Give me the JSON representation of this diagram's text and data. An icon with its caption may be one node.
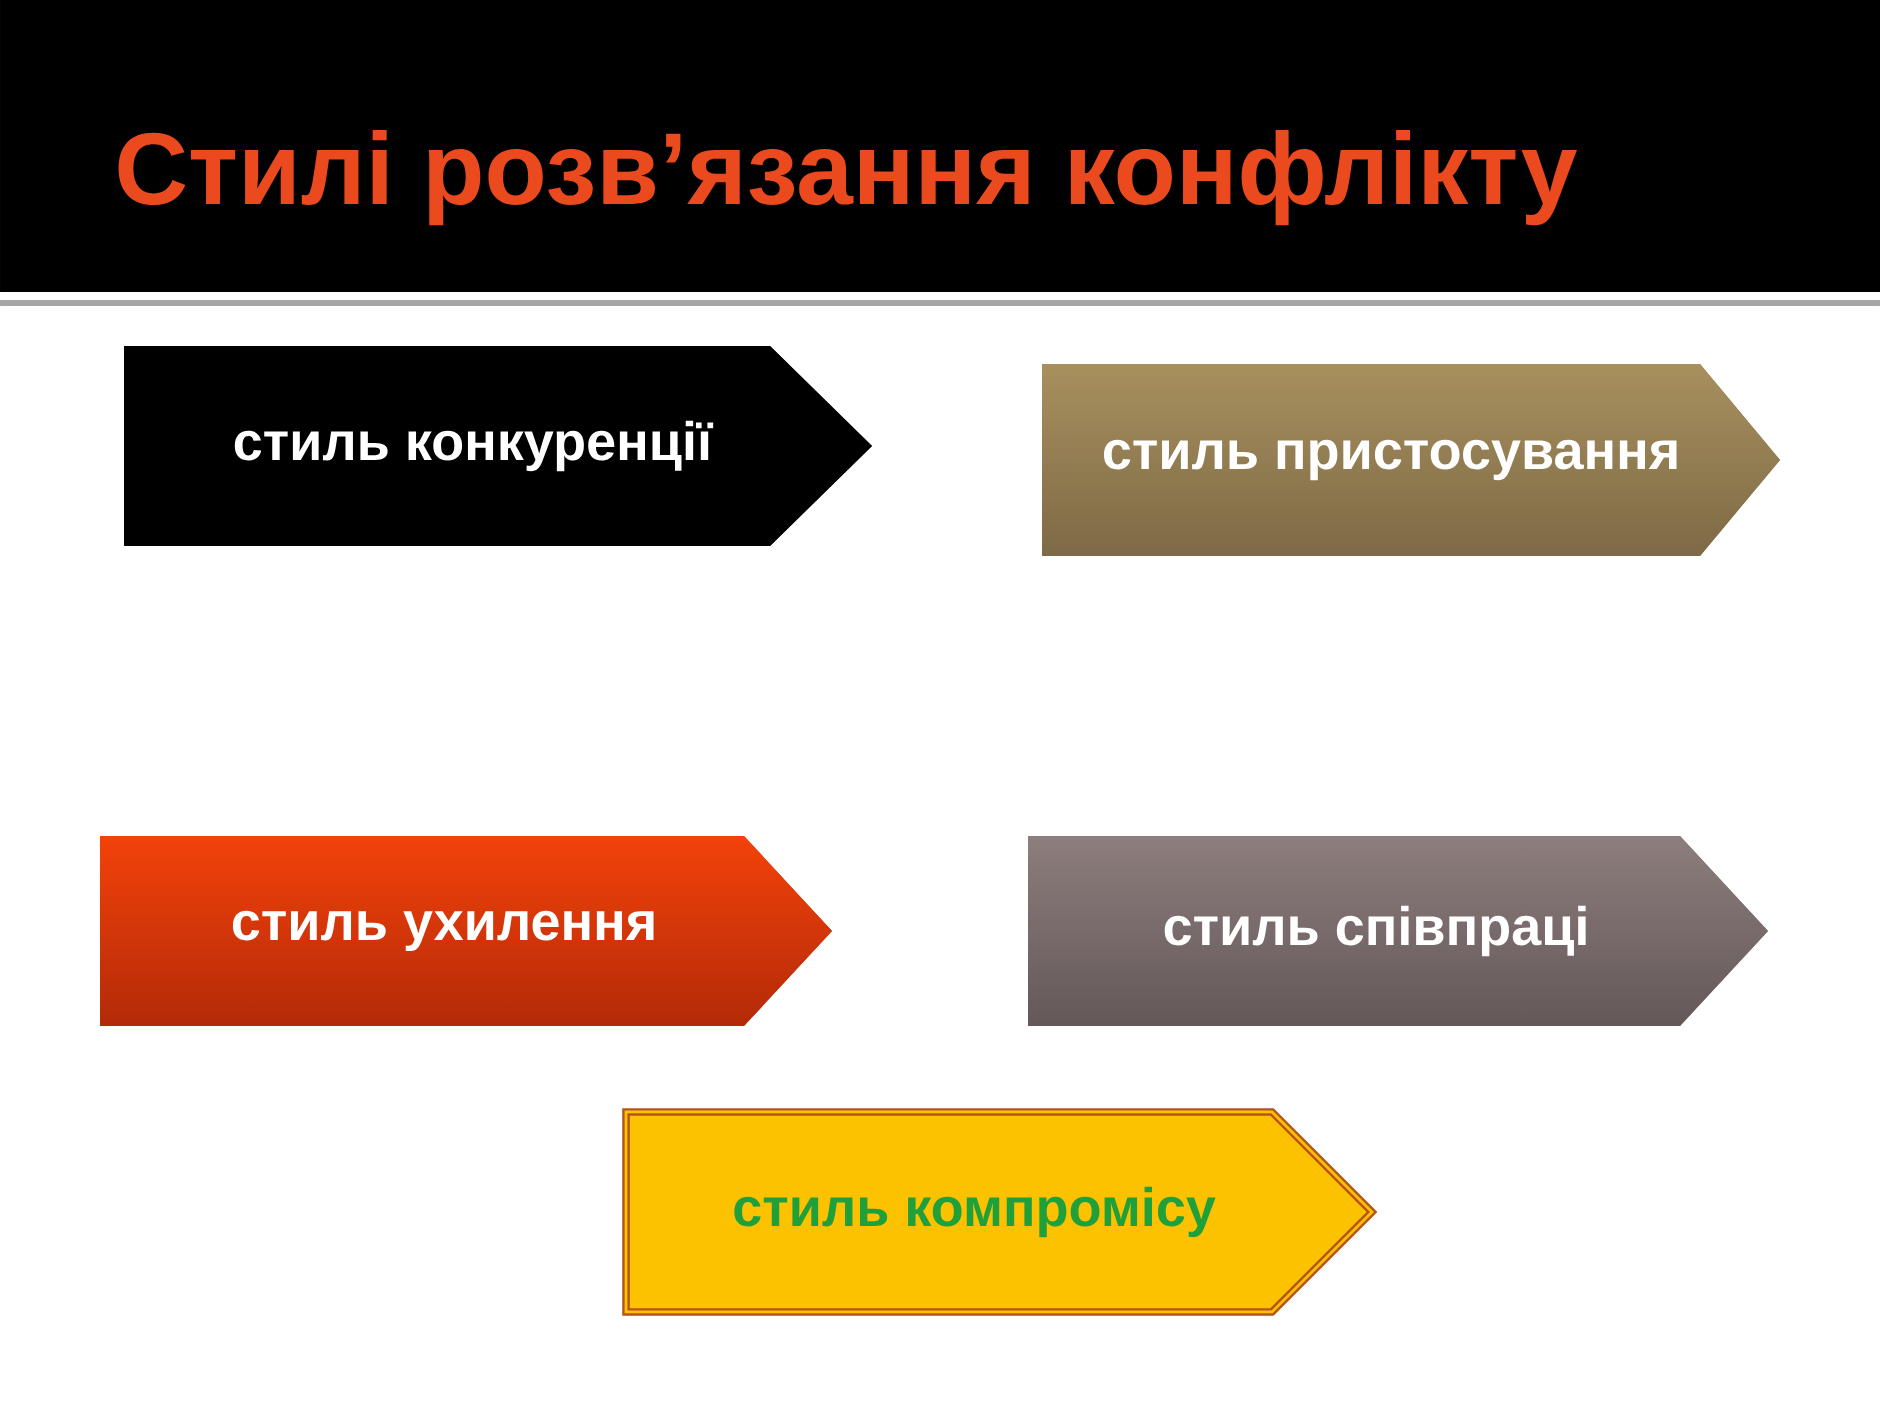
{
  "diagram": {
    "title": "Стилі розв’язання конфлікту",
    "nodes": [
      {
        "text": [
          "стиль конкуренції"
        ]
      },
      {
        "text": [
          "стиль пристосування"
        ]
      },
      {
        "text": [
          "стиль ухилення"
        ]
      },
      {
        "text": [
          "стиль співпраці"
        ]
      },
      {
        "text": [
          "стиль компромісу"
        ]
      }
    ]
  }
}
